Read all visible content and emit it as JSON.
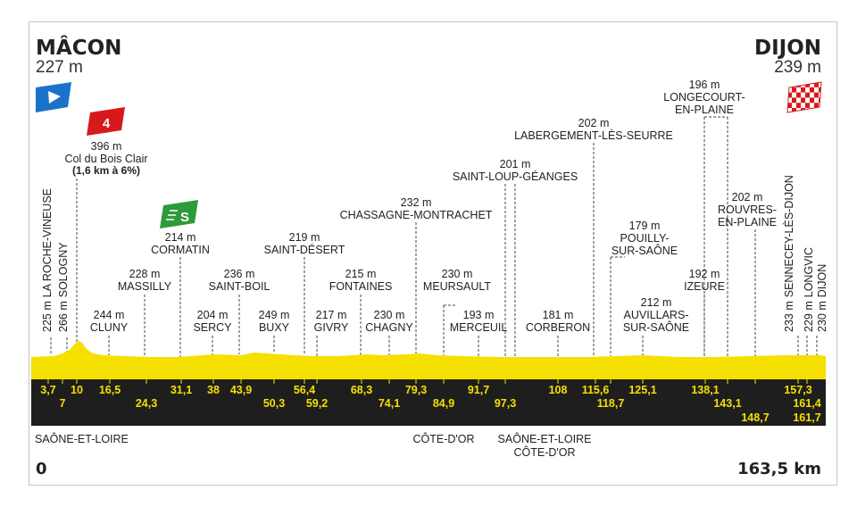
{
  "start": {
    "name": "MÂCON",
    "alt": "227 m",
    "km": "0"
  },
  "finish": {
    "name": "DIJON",
    "alt": "239 m",
    "km": "163,5 km"
  },
  "colors": {
    "yellow": "#f5e000",
    "band": "#1e1e1e",
    "climb": "#d7191c",
    "sprint": "#2e9a3a",
    "start_flag": "#1a73c8"
  },
  "icons": {
    "start": "start-flag-icon",
    "climb": "climb-cat-4-icon",
    "sprint": "sprint-s-icon",
    "finish": "finish-checkered-icon"
  },
  "climb_badge": "4",
  "sprint_badge": "S",
  "climb": {
    "alt": "396 m",
    "name": "Col du Bois Clair",
    "detail": "(1,6 km à 6%)"
  },
  "places": [
    {
      "id": "laroche",
      "alt": "225 m",
      "name": "LA ROCHE-VINEUSE"
    },
    {
      "id": "sologny",
      "alt": "266 m",
      "name": "SOLOGNY"
    },
    {
      "id": "cluny",
      "alt": "244 m",
      "name": "CLUNY"
    },
    {
      "id": "massilly",
      "alt": "228 m",
      "name": "MASSILLY"
    },
    {
      "id": "cormatin",
      "alt": "214 m",
      "name": "CORMATIN"
    },
    {
      "id": "sercy",
      "alt": "204 m",
      "name": "SERCY"
    },
    {
      "id": "saintboil",
      "alt": "236 m",
      "name": "SAINT-BOIL"
    },
    {
      "id": "buxy",
      "alt": "249 m",
      "name": "BUXY"
    },
    {
      "id": "saintdesert",
      "alt": "219 m",
      "name": "SAINT-DÉSERT"
    },
    {
      "id": "givry",
      "alt": "217 m",
      "name": "GIVRY"
    },
    {
      "id": "fontaines",
      "alt": "215 m",
      "name": "FONTAINES"
    },
    {
      "id": "chagny",
      "alt": "230 m",
      "name": "CHAGNY"
    },
    {
      "id": "chassagne",
      "alt": "232 m",
      "name": "CHASSAGNE-MONTRACHET"
    },
    {
      "id": "meursault",
      "alt": "230 m",
      "name": "MEURSAULT"
    },
    {
      "id": "merceuil",
      "alt": "193 m",
      "name": "MERCEUIL"
    },
    {
      "id": "saintloup",
      "alt": "201 m",
      "name": "SAINT-LOUP-GÉANGES"
    },
    {
      "id": "corberon",
      "alt": "181 m",
      "name": "CORBERON"
    },
    {
      "id": "labergement",
      "alt": "202 m",
      "name": "LABERGEMENT-LÈS-SEURRE"
    },
    {
      "id": "pouilly",
      "alt": "179 m",
      "name1": "POUILLY-",
      "name2": "SUR-SAÔNE"
    },
    {
      "id": "auvillars",
      "alt": "212 m",
      "name1": "AUVILLARS-",
      "name2": "SUR-SAÔNE"
    },
    {
      "id": "izeure",
      "alt": "192 m",
      "name": "IZEURE"
    },
    {
      "id": "longecourt",
      "alt": "196 m",
      "name1": "LONGECOURT-",
      "name2": "EN-PLAINE"
    },
    {
      "id": "rouvres",
      "alt": "202 m",
      "name1": "ROUVRES-",
      "name2": "EN-PLAINE"
    },
    {
      "id": "sennecey",
      "alt": "233 m",
      "name": "SENNECEY-LÈS-DIJON"
    },
    {
      "id": "longvic",
      "alt": "229 m",
      "name": "LONGVIC"
    },
    {
      "id": "dijon",
      "alt": "230 m",
      "name": "DIJON"
    }
  ],
  "km_top": [
    "3,7",
    "10",
    "16,5",
    "31,1",
    "38",
    "43,9",
    "56,4",
    "68,3",
    "79,3",
    "91,7",
    "108",
    "115,6",
    "125,1",
    "138,1",
    "157,3"
  ],
  "km_mid": [
    "7",
    "24,3",
    "50,3",
    "59,2",
    "74,1",
    "84,9",
    "97,3",
    "118,7",
    "143,1",
    "161,4"
  ],
  "km_low": [
    "148,7",
    "161,7"
  ],
  "departments": {
    "left": "SAÔNE-ET-LOIRE",
    "middle": "CÔTE-D'OR",
    "right1": "SAÔNE-ET-LOIRE",
    "right2": "CÔTE-D'OR"
  }
}
